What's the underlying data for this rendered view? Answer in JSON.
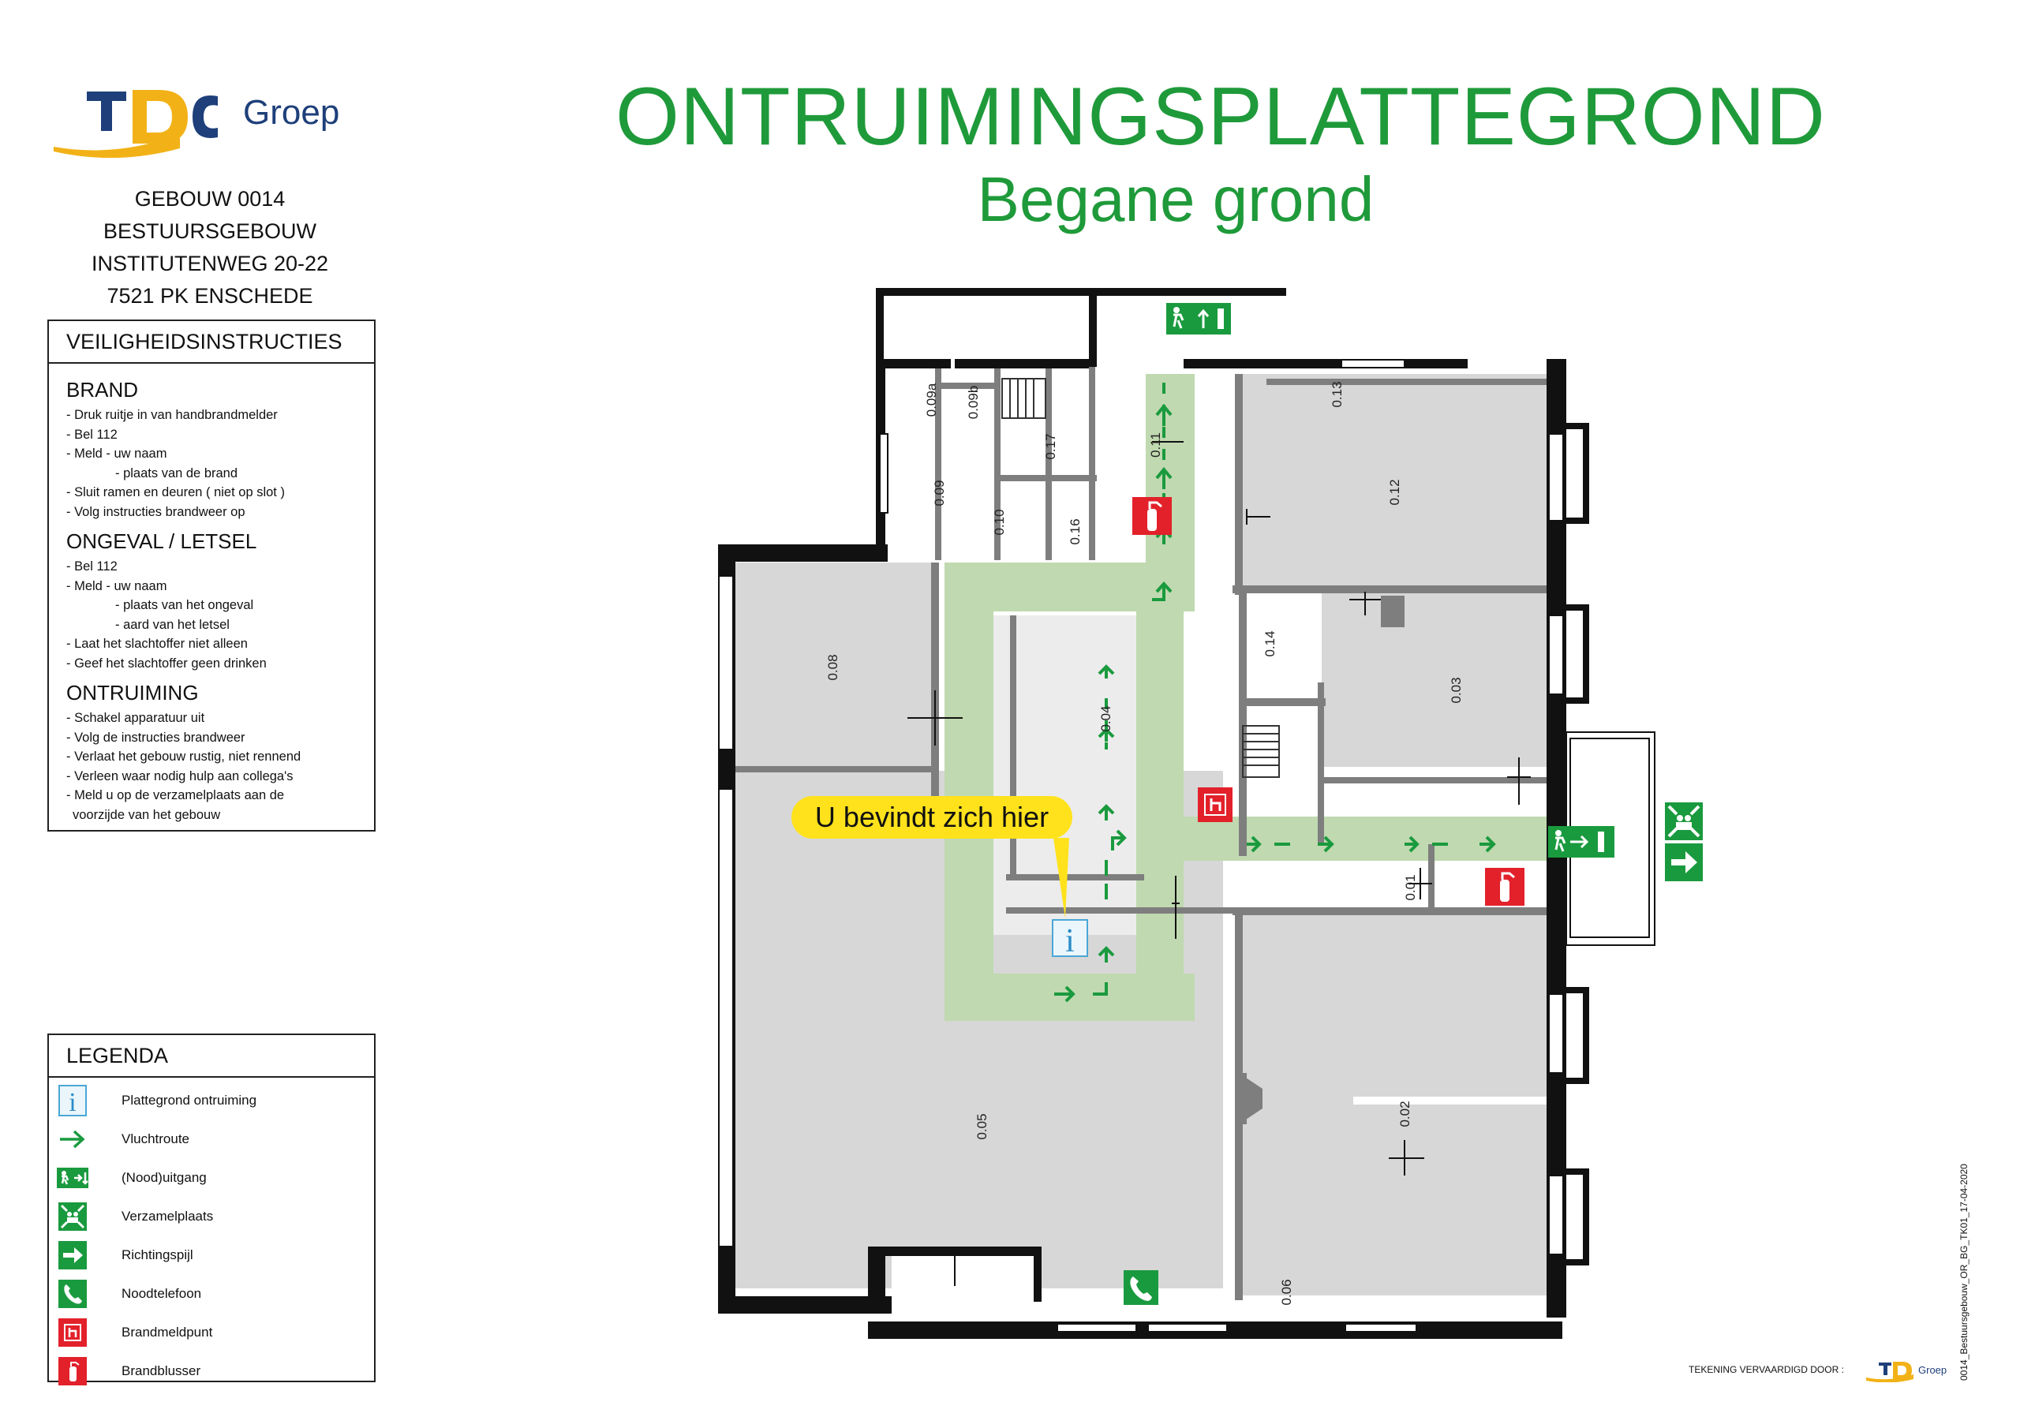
{
  "logo": {
    "letters": "TDC",
    "text": "Groep"
  },
  "address": {
    "line1": "GEBOUW 0014",
    "line2": "BESTUURSGEBOUW",
    "line3": "INSTITUTENWEG 20-22",
    "line4": "7521 PK ENSCHEDE"
  },
  "instructions": {
    "header": "VEILIGHEIDSINSTRUCTIES",
    "brand": {
      "title": "BRAND",
      "lines": [
        "- Druk ruitje in van handbrandmelder",
        "- Bel 112",
        "- Meld   - uw naam",
        "- plaats van de brand",
        "- Sluit ramen en deuren ( niet op slot )",
        "- Volg instructies brandweer op"
      ]
    },
    "ongeval": {
      "title": "ONGEVAL / LETSEL",
      "lines": [
        "- Bel 112",
        "- Meld   - uw naam",
        "- plaats van het ongeval",
        "- aard van het letsel",
        "- Laat het slachtoffer niet alleen",
        "- Geef het slachtoffer geen drinken"
      ]
    },
    "ontruiming": {
      "title": "ONTRUIMING",
      "lines": [
        "- Schakel apparatuur uit",
        "- Volg de instructies brandweer",
        "- Verlaat het gebouw rustig, niet rennend",
        "- Verleen waar nodig hulp aan collega's",
        "- Meld u op de verzamelplaats aan de",
        "voorzijde van het gebouw"
      ]
    }
  },
  "legend": {
    "header": "LEGENDA",
    "items": [
      {
        "icon": "info-icon",
        "label": "Plattegrond ontruiming"
      },
      {
        "icon": "arrow-icon",
        "label": "Vluchtroute"
      },
      {
        "icon": "exit-icon",
        "label": "(Nood)uitgang"
      },
      {
        "icon": "assembly-point-icon",
        "label": "Verzamelplaats"
      },
      {
        "icon": "direction-arrow-icon",
        "label": "Richtingspijl"
      },
      {
        "icon": "phone-icon",
        "label": "Noodtelefoon"
      },
      {
        "icon": "fire-alarm-icon",
        "label": "Brandmeldpunt"
      },
      {
        "icon": "extinguisher-icon",
        "label": "Brandblusser"
      }
    ]
  },
  "title": "ONTRUIMINGSPLATTEGROND",
  "subtitle": "Begane grond",
  "rooms": {
    "r0001": "0.01",
    "r0002": "0.02",
    "r0003": "0.03",
    "r0004": "0.04",
    "r0005": "0.05",
    "r0006": "0.06",
    "r0008": "0.08",
    "r0009": "0.09",
    "r0009a": "0.09a",
    "r0009b": "0.09b",
    "r0010": "0.10",
    "r0011": "0.11",
    "r0012": "0.12",
    "r0013": "0.13",
    "r0014": "0.14",
    "r0016": "0.16",
    "r0017": "0.17"
  },
  "here_label": "U bevindt zich hier",
  "credits": "TEKENING VERVAARDIGD DOOR :",
  "drawing_id": "0014_Bestuursgebouw_OR_BG_TK01_17-04-2020",
  "colors": {
    "green": "#1f9a3a",
    "sign_green": "#1a9a3e",
    "red": "#e2212b",
    "route": "#c0d9b0",
    "room": "#d7d7d7",
    "wall": "#7e7e7e",
    "outer_wall": "#111111",
    "logo_blue": "#1e3f7a",
    "logo_yellow": "#f2b217",
    "bubble": "#ffe21c"
  }
}
